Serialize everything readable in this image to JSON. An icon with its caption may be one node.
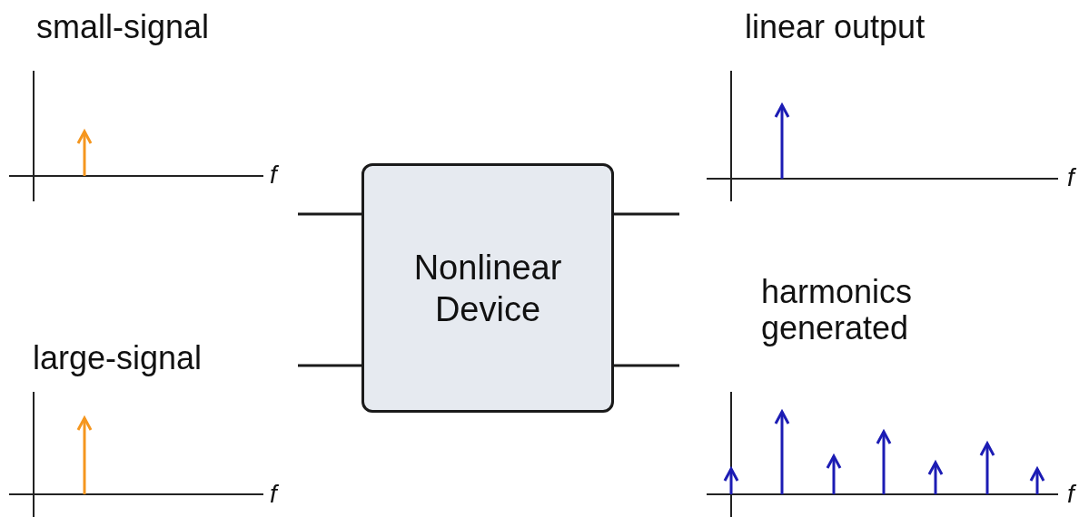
{
  "diagram": {
    "nodes": [
      {
        "text": [
          "small-signal",
          "f"
        ]
      },
      {
        "text": [
          "large-signal",
          "f"
        ]
      },
      {
        "text": [
          "Nonlinear Device"
        ]
      },
      {
        "text": [
          "linear output",
          "f"
        ]
      },
      {
        "text": [
          "harmonics generated",
          "f"
        ]
      }
    ],
    "edges": [
      {
        "from": 0,
        "to": 2,
        "arrow": "none"
      },
      {
        "from": 1,
        "to": 2,
        "arrow": "none"
      },
      {
        "from": 2,
        "to": 3,
        "arrow": "none"
      },
      {
        "from": 2,
        "to": 4,
        "arrow": "none"
      }
    ]
  }
}
